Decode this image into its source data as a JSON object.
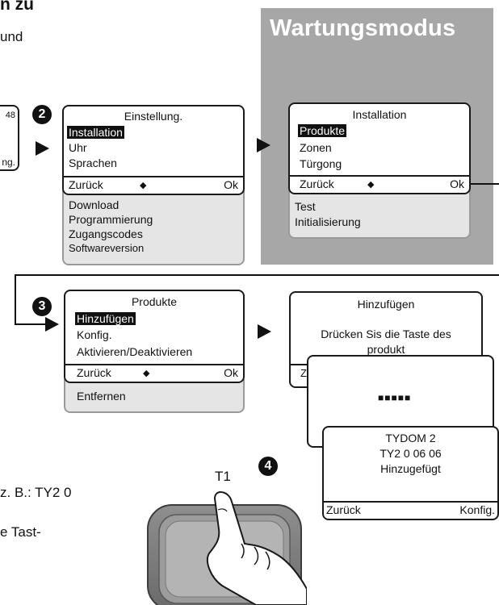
{
  "intro": {
    "heading_fragment": "n zu",
    "line1_fragment": "und",
    "line2_fragment": "z. B.: TY2 0",
    "line3_fragment": "e Tast-"
  },
  "maintenance": {
    "title": "Wartungsmodus"
  },
  "step_badges": {
    "step2": "2",
    "step3": "3",
    "step4": "4"
  },
  "screen0": {
    "corner_text": "48",
    "bottom_text": "ng."
  },
  "screen_einstellung": {
    "title": "Einstellung.",
    "items": [
      "Installation",
      "Uhr",
      "Sprachen"
    ],
    "softkeys": {
      "back": "Zurück",
      "nav": "◆",
      "ok": "Ok"
    },
    "more_items": [
      "Download",
      "Programmierung",
      "Zugangscodes",
      "Softwareversion"
    ]
  },
  "screen_installation": {
    "title": "Installation",
    "items": [
      "Produkte",
      "Zonen",
      "Türgong"
    ],
    "softkeys": {
      "back": "Zurück",
      "nav": "◆",
      "ok": "Ok"
    },
    "more_items": [
      "Test",
      "Initialisierung"
    ]
  },
  "screen_produkte": {
    "title": "Produkte",
    "items": [
      "Hinzufügen",
      "Konfig.",
      "Aktivieren/Deaktivieren"
    ],
    "softkeys": {
      "back": "Zurück",
      "nav": "◆",
      "ok": "Ok"
    },
    "more_items": [
      "Entfernen"
    ]
  },
  "screen_hinzufuegen": {
    "title": "Hinzufügen",
    "message_line1": "Drücken Sis die Taste des",
    "message_line2": "produkt",
    "softkey_partial": "Zu"
  },
  "screen_progress": {
    "progress_glyph": "■■■■■"
  },
  "screen_added": {
    "line1": "TYDOM 2",
    "line2": "TY2 0 06 06",
    "line3": "Hinzugefügt",
    "softkeys": {
      "back": "Zurück",
      "config": "Konfig."
    }
  },
  "device": {
    "button_label": "T1"
  },
  "colors": {
    "maintenance_bg": "#a7a7a7",
    "menu_ext_bg": "#e5e5e5",
    "text": "#111111"
  }
}
